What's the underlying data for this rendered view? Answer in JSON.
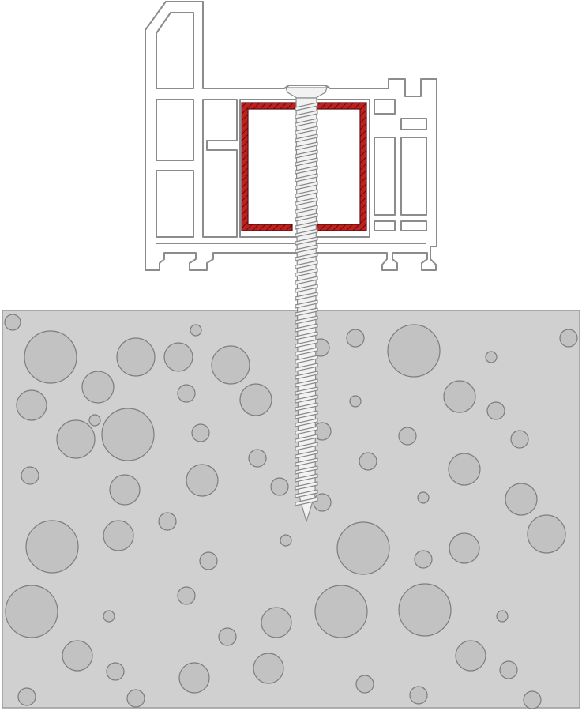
{
  "diagram": {
    "components": [
      "pvc-window-frame-profile",
      "steel-reinforcement",
      "concrete-screw",
      "concrete-wall"
    ]
  },
  "colors": {
    "background": "#ffffff",
    "profile_fill": "#ffffff",
    "profile_stroke": "#8c8c8c",
    "steel_red": "#c21f1f",
    "steel_dark": "#5a1010",
    "concrete_fill": "#d0d0d0",
    "concrete_stroke": "#9a9a9a",
    "aggregate_fill": "#c2c2c2",
    "aggregate_stroke": "#7d7d7d",
    "screw_fill": "#f2f2f2",
    "screw_stroke": "#8a8a8a"
  }
}
